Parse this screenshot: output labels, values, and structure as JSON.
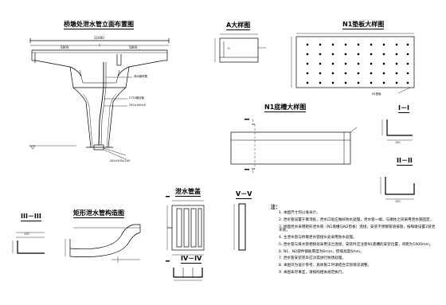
{
  "titles": {
    "pier_section": "桥墩处泄水管立面布置图",
    "detail_a": "A大样图",
    "n1_plate": "N1垫板大样图",
    "n1_gutter": "N1底槽大样图",
    "sec_1": "I－I",
    "sec_2": "II－II",
    "sec_3": "III－III",
    "rect_pipe": "矩形泄水管构造图",
    "drain_elbow": "泄水管盖",
    "sec_4": "IV－IV",
    "sec_5": "V－V"
  },
  "dims": {
    "overall": "11600",
    "left_half": "5800",
    "right_half": "5800",
    "pipe_note_1": "泄水管布置",
    "pipe_note_2": "CT20钢丝管",
    "pipe_note_3": "250×160×6",
    "pipe_note_4": "200×200×200",
    "cut_label": "I",
    "plate_note": "N1垫板",
    "h_label": "H",
    "sec_dim": "120"
  },
  "notes_heading": "注：",
  "notes": [
    "1. 本图尺寸均以毫米计。",
    "2. 泄水管设置于墩顶处，泄水口处应做好防水处理，泄水管一端，与墩柱之间采用泄水管固定。",
    "3. 桥面泄水采用矩形泄水管（N1底槽与N2垫板）连接，安装不锈钢管道排放，按每墩设置2道泄水管。",
    "4. 主泄水管与桥墩泄水管接头处采用防水处理。",
    "5. 泄水管与排水管相接处采用法兰连接，安装时应注意N1底槽的安装位置，间距为1000mm。",
    "6. N1、N2部件钢板厚度为6mm，焊缝高度6mm。",
    "7. 泄水管安装完毕应对其进行防锈处理。",
    "8. 本图仅为设计参考，具体施工时请结合实际情况调整。",
    "9. 本图未尽事宜，请按照相关规范执行。"
  ]
}
